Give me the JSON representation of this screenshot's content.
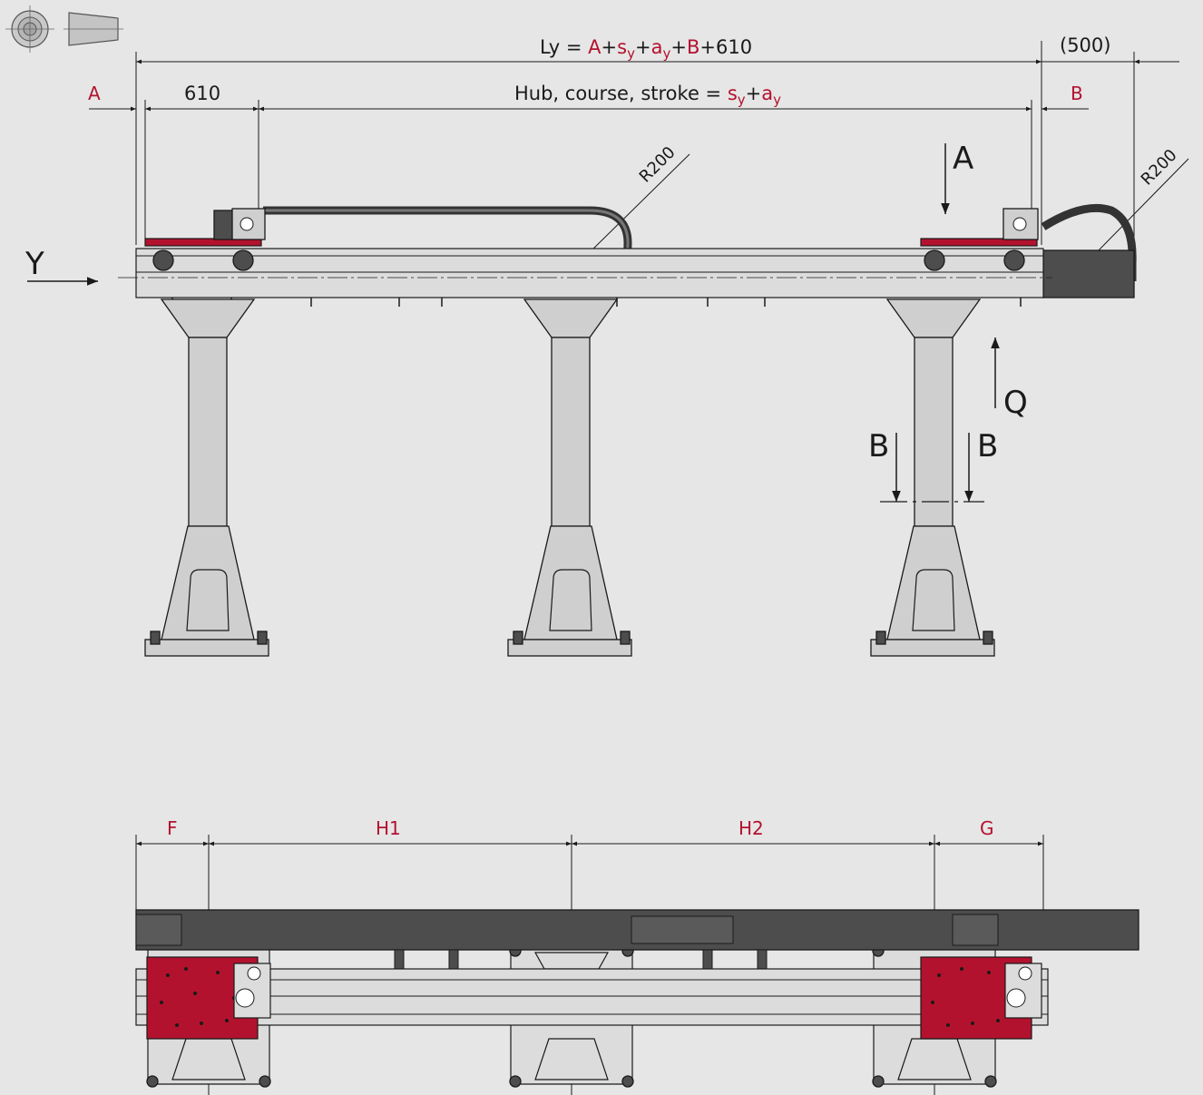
{
  "dimensions": {
    "total_length": {
      "prefix": "Ly = ",
      "A": "A",
      "p1": "+",
      "sy_base": "s",
      "sy_sub": "y",
      "p2": "+",
      "ay_base": "a",
      "ay_sub": "y",
      "p3": "+",
      "B": "B",
      "suffix": "+610"
    },
    "extension": "(500)",
    "A_offset": "A",
    "carriage": "610",
    "stroke": {
      "prefix": "Hub, course, stroke = ",
      "sy_base": "s",
      "sy_sub": "y",
      "plus": "+",
      "ay_base": "a",
      "ay_sub": "y"
    },
    "B_offset": "B",
    "radius_left": "R200",
    "radius_right": "R200",
    "F": "F",
    "H1": "H1",
    "H2": "H2",
    "G": "G"
  },
  "view_markers": {
    "axis_y": "Y",
    "view_a": "A",
    "view_q": "Q",
    "section_b_left": "B",
    "section_b_right": "B"
  },
  "colors": {
    "accent_red": "#b3122e",
    "line": "#1a1a1a",
    "steel_light": "#cfcfcf",
    "steel_dark": "#4d4d4d",
    "background": "#e6e6e6"
  },
  "icons": [
    "circle-projection-icon",
    "cone-projection-icon"
  ]
}
